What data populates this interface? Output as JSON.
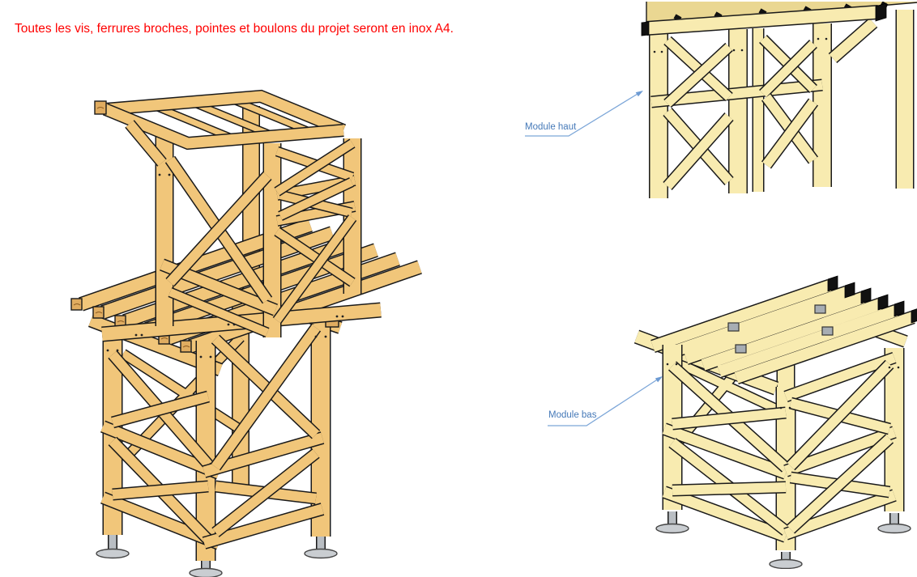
{
  "note": {
    "text": "Toutes les vis, ferrures broches, pointes et boulons du projet seront en inox A4.",
    "color": "#FF0000"
  },
  "labels": {
    "module_haut": "Module haut",
    "module_bas": "Module bas",
    "color": "#4579B8"
  },
  "colors": {
    "background": "#FFFFFF",
    "wood_assembled": "#F1C67A",
    "wood_modules": "#F8EBB0",
    "outline": "#1A1A1A",
    "end_grain": "#E0AC60",
    "metal_feet": "#C9CDD1",
    "metal_brackets": "#A7ADB3",
    "note_red": "#FF0000",
    "label_blue": "#4579B8",
    "leader_blue": "#7CA6D8"
  }
}
